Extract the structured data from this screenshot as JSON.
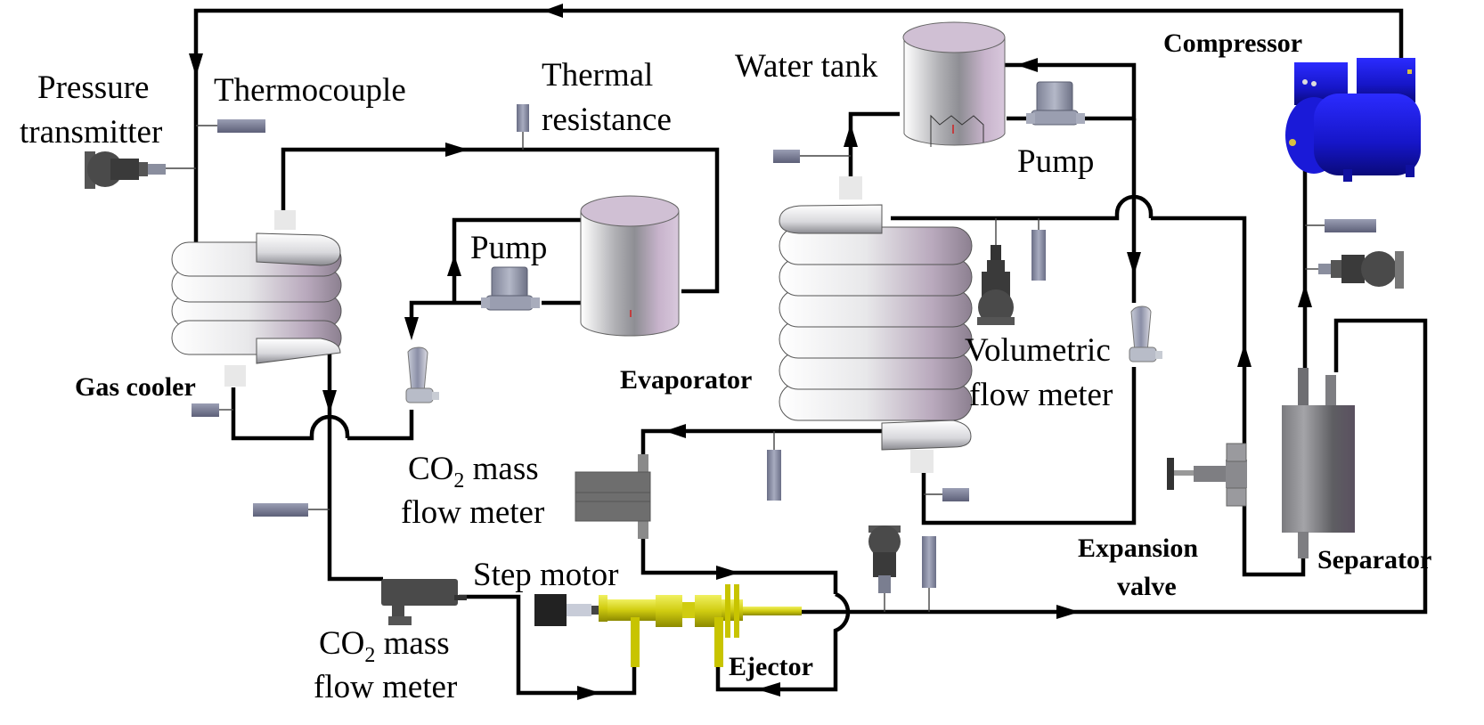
{
  "diagram": {
    "title": "Transcritical CO2 ejector heat pump experimental system schematic",
    "colors": {
      "pipe": "#000000",
      "compressor": "#1a1acc",
      "ejector": "#d4d400",
      "sensor": "#7a7f96",
      "tank": "#c8b4cc",
      "separator": "#6a6a70"
    },
    "labels": {
      "pressure_transmitter_1": "Pressure",
      "pressure_transmitter_2": "transmitter",
      "thermocouple": "Thermocouple",
      "thermal_resistance_1": "Thermal",
      "thermal_resistance_2": "resistance",
      "water_tank": "Water tank",
      "pump_upper": "Pump",
      "pump_left": "Pump",
      "compressor": "Compressor",
      "gas_cooler": "Gas cooler",
      "evaporator": "Evaporator",
      "volumetric_flow_meter_1": "Volumetric",
      "volumetric_flow_meter_2": "flow meter",
      "co2_mass_flow_meter_upper_1a": "CO",
      "co2_mass_flow_meter_upper_1sub": "2",
      "co2_mass_flow_meter_upper_1b": " mass",
      "co2_mass_flow_meter_upper_2": "flow meter",
      "co2_mass_flow_meter_lower_1a": "CO",
      "co2_mass_flow_meter_lower_1sub": "2",
      "co2_mass_flow_meter_lower_1b": " mass",
      "co2_mass_flow_meter_lower_2": "flow meter",
      "step_motor": "Step motor",
      "ejector": "Ejector",
      "expansion_valve_1": "Expansion",
      "expansion_valve_2": "valve",
      "separator": "Separator"
    },
    "icons": {
      "compressor": "compressor-icon",
      "gas_cooler": "coil-heat-exchanger-icon",
      "evaporator": "coil-heat-exchanger-icon",
      "water_tank": "cylinder-tank-icon",
      "pump": "pump-icon",
      "flow_meter": "flow-meter-icon",
      "pressure_transmitter": "pressure-gauge-icon",
      "thermocouple": "sensor-rod-icon",
      "ejector": "ejector-icon",
      "step_motor": "motor-icon",
      "expansion_valve": "valve-icon",
      "separator": "separator-vessel-icon"
    }
  }
}
